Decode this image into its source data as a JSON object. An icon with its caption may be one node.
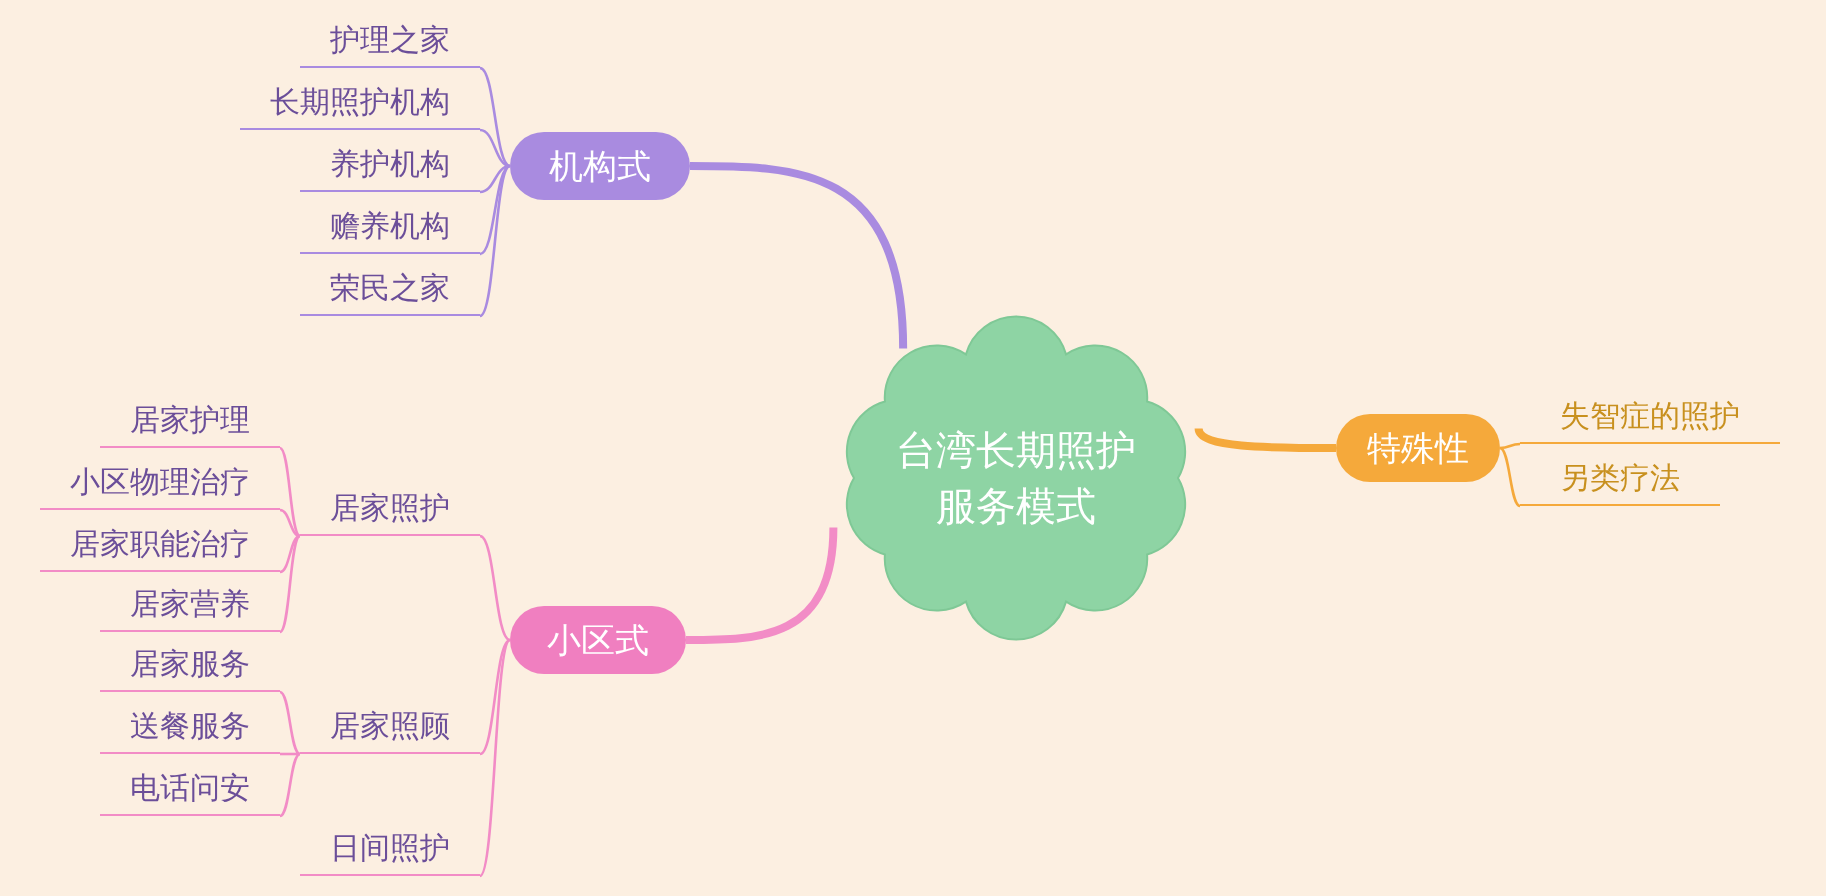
{
  "diagram": {
    "nodes": [
      {
        "text": [
          "台湾长期照护服务模式"
        ]
      },
      {
        "text": [
          "机构式"
        ]
      },
      {
        "text": [
          "护理之家"
        ]
      },
      {
        "text": [
          "长期照护机构"
        ]
      },
      {
        "text": [
          "养护机构"
        ]
      },
      {
        "text": [
          "赡养机构"
        ]
      },
      {
        "text": [
          "荣民之家"
        ]
      },
      {
        "text": [
          "小区式"
        ]
      },
      {
        "text": [
          "居家照护"
        ]
      },
      {
        "text": [
          "居家照顾"
        ]
      },
      {
        "text": [
          "日间照护"
        ]
      },
      {
        "text": [
          "居家护理"
        ]
      },
      {
        "text": [
          "小区物理治疗"
        ]
      },
      {
        "text": [
          "居家职能治疗"
        ]
      },
      {
        "text": [
          "居家营养"
        ]
      },
      {
        "text": [
          "居家服务"
        ]
      },
      {
        "text": [
          "送餐服务"
        ]
      },
      {
        "text": [
          "电话问安"
        ]
      },
      {
        "text": [
          "特殊性"
        ]
      },
      {
        "text": [
          "失智症的照护"
        ]
      },
      {
        "text": [
          "另类疗法"
        ]
      }
    ],
    "edges": [
      {
        "from": 0,
        "to": 1,
        "arrow": "none",
        "style": "thick",
        "color": "#a98be0"
      },
      {
        "from": 1,
        "to": 2,
        "arrow": "none",
        "color": "#a98be0"
      },
      {
        "from": 1,
        "to": 3,
        "arrow": "none",
        "color": "#a98be0"
      },
      {
        "from": 1,
        "to": 4,
        "arrow": "none",
        "color": "#a98be0"
      },
      {
        "from": 1,
        "to": 5,
        "arrow": "none",
        "color": "#a98be0"
      },
      {
        "from": 1,
        "to": 6,
        "arrow": "none",
        "color": "#a98be0"
      },
      {
        "from": 0,
        "to": 7,
        "arrow": "none",
        "style": "thick"
      },
      {
        "from": 7,
        "to": 8,
        "arrow": "none"
      },
      {
        "from": 7,
        "to": 9,
        "arrow": "none"
      },
      {
        "from": 7,
        "to": 10,
        "arrow": "none"
      },
      {
        "from": 8,
        "to": 11,
        "arrow": "none"
      },
      {
        "from": 8,
        "to": 12,
        "arrow": "none"
      },
      {
        "from": 8,
        "to": 13,
        "arrow": "none"
      },
      {
        "from": 8,
        "to": 14,
        "arrow": "none"
      },
      {
        "from": 9,
        "to": 15,
        "arrow": "none"
      },
      {
        "from": 9,
        "to": 16,
        "arrow": "none"
      },
      {
        "from": 9,
        "to": 17,
        "arrow": "none"
      },
      {
        "from": 0,
        "to": 18,
        "arrow": "none",
        "style": "thick",
        "color": "#f5a93b"
      },
      {
        "from": 18,
        "to": 19,
        "arrow": "none",
        "color": "#f5a93b"
      },
      {
        "from": 18,
        "to": 20,
        "arrow": "none",
        "color": "#f5a93b"
      }
    ]
  }
}
